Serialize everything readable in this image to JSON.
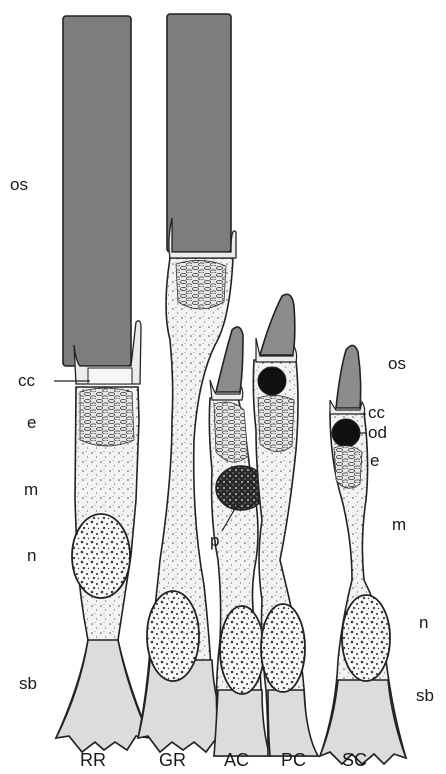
{
  "left_labels": {
    "os": "os",
    "cc": "cc",
    "e": "e",
    "m": "m",
    "n": "n",
    "sb": "sb"
  },
  "right_labels": {
    "os": "os",
    "cc": "cc",
    "od": "od",
    "e": "e",
    "m": "m",
    "n": "n",
    "sb": "sb"
  },
  "inner_labels": {
    "p": "p"
  },
  "cells": [
    {
      "id": "RR",
      "label": "RR"
    },
    {
      "id": "GR",
      "label": "GR"
    },
    {
      "id": "AC",
      "label": "AC"
    },
    {
      "id": "PC",
      "label": "PC"
    },
    {
      "id": "SC",
      "label": "SC"
    }
  ],
  "colors": {
    "rod_outer_segment": "#7d7d7d",
    "cone_outer_segment": "#8c8c8c",
    "cell_body": "#f1f1f1",
    "outline": "#222222",
    "oil_droplet": "#101010"
  }
}
